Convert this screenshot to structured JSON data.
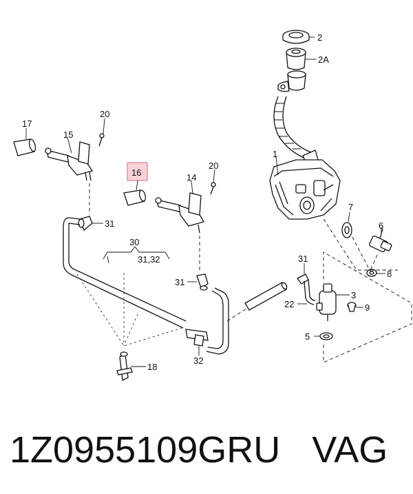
{
  "callouts": {
    "c1": "1",
    "c2": "2",
    "c2a": "2A",
    "c3": "3",
    "c5": "5",
    "c6": "6",
    "c7": "7",
    "c8": "8",
    "c9": "9",
    "c14": "14",
    "c15": "15",
    "c16": "16",
    "c17": "17",
    "c18": "18",
    "c20a": "20",
    "c20b": "20",
    "c22": "22",
    "c30": "30",
    "c3132": "31,32",
    "c31a": "31",
    "c31b": "31",
    "c31c": "31",
    "c32": "32"
  },
  "highlight_color": "#f7d3d8",
  "footer": {
    "part_number": "1Z0955109GRU",
    "brand": "VAG"
  }
}
